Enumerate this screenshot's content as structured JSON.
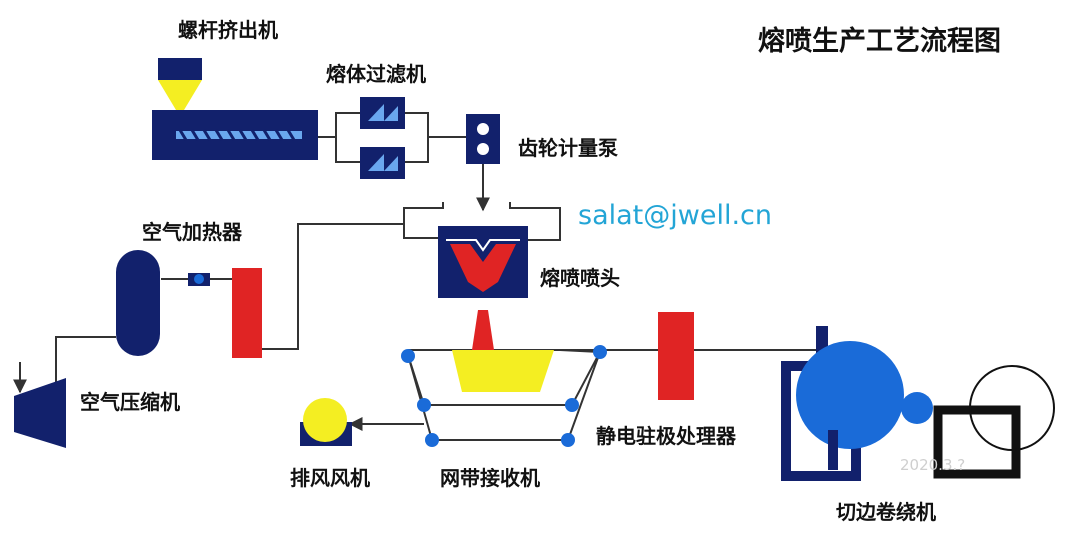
{
  "title": "熔喷生产工艺流程图",
  "email": "salat@jwell.cn",
  "labels": {
    "extruder": "螺杆挤出机",
    "melt_filter": "熔体过滤机",
    "gear_pump": "齿轮计量泵",
    "air_heater": "空气加热器",
    "meltblown_die": "熔喷喷头",
    "air_compressor": "空气压缩机",
    "exhaust_fan": "排风风机",
    "belt_collector": "网带接收机",
    "electret": "静电驻极处理器",
    "slitter_winder": "切边卷绕机"
  },
  "colors": {
    "navy": "#12216c",
    "blue": "#1a6bd8",
    "red": "#e02424",
    "yellow": "#f4ee22",
    "line": "#333333"
  },
  "watermark": "2020.3.?"
}
